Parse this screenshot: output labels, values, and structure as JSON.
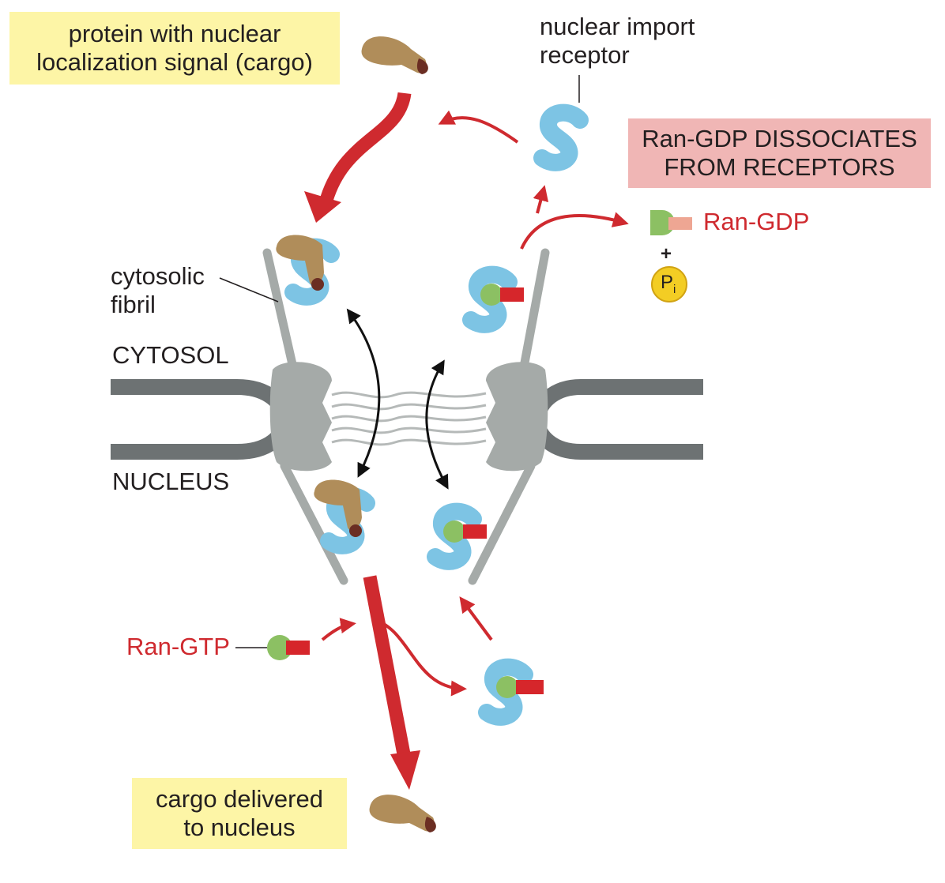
{
  "labels": {
    "cargo_box": [
      "protein with nuclear",
      "localization signal (cargo)"
    ],
    "import_receptor": [
      "nuclear import",
      "receptor"
    ],
    "dissociates_box": [
      "Ran-GDP DISSOCIATES",
      "FROM RECEPTORS"
    ],
    "ran_gdp": "Ran-GDP",
    "plus": "+",
    "pi_main": "P",
    "pi_sub": "i",
    "cytosolic_fibril": [
      "cytosolic",
      "fibril"
    ],
    "cytosol": "CYTOSOL",
    "nucleus": "NUCLEUS",
    "ran_gtp": "Ran-GTP",
    "delivered_box": [
      "cargo delivered",
      "to nucleus"
    ]
  },
  "colors": {
    "receptor": "#7dc4e4",
    "cargo": "#b08d5a",
    "cargo_tip": "#6b2e23",
    "ran_body": "#8cc063",
    "gtp": "#d6262b",
    "gdp": "#eea693",
    "arrow_red": "#cf2a2f",
    "pore_gray": "#9ea3a1",
    "membrane_gray": "#6d7273",
    "pi_yellow": "#f3cd24"
  }
}
